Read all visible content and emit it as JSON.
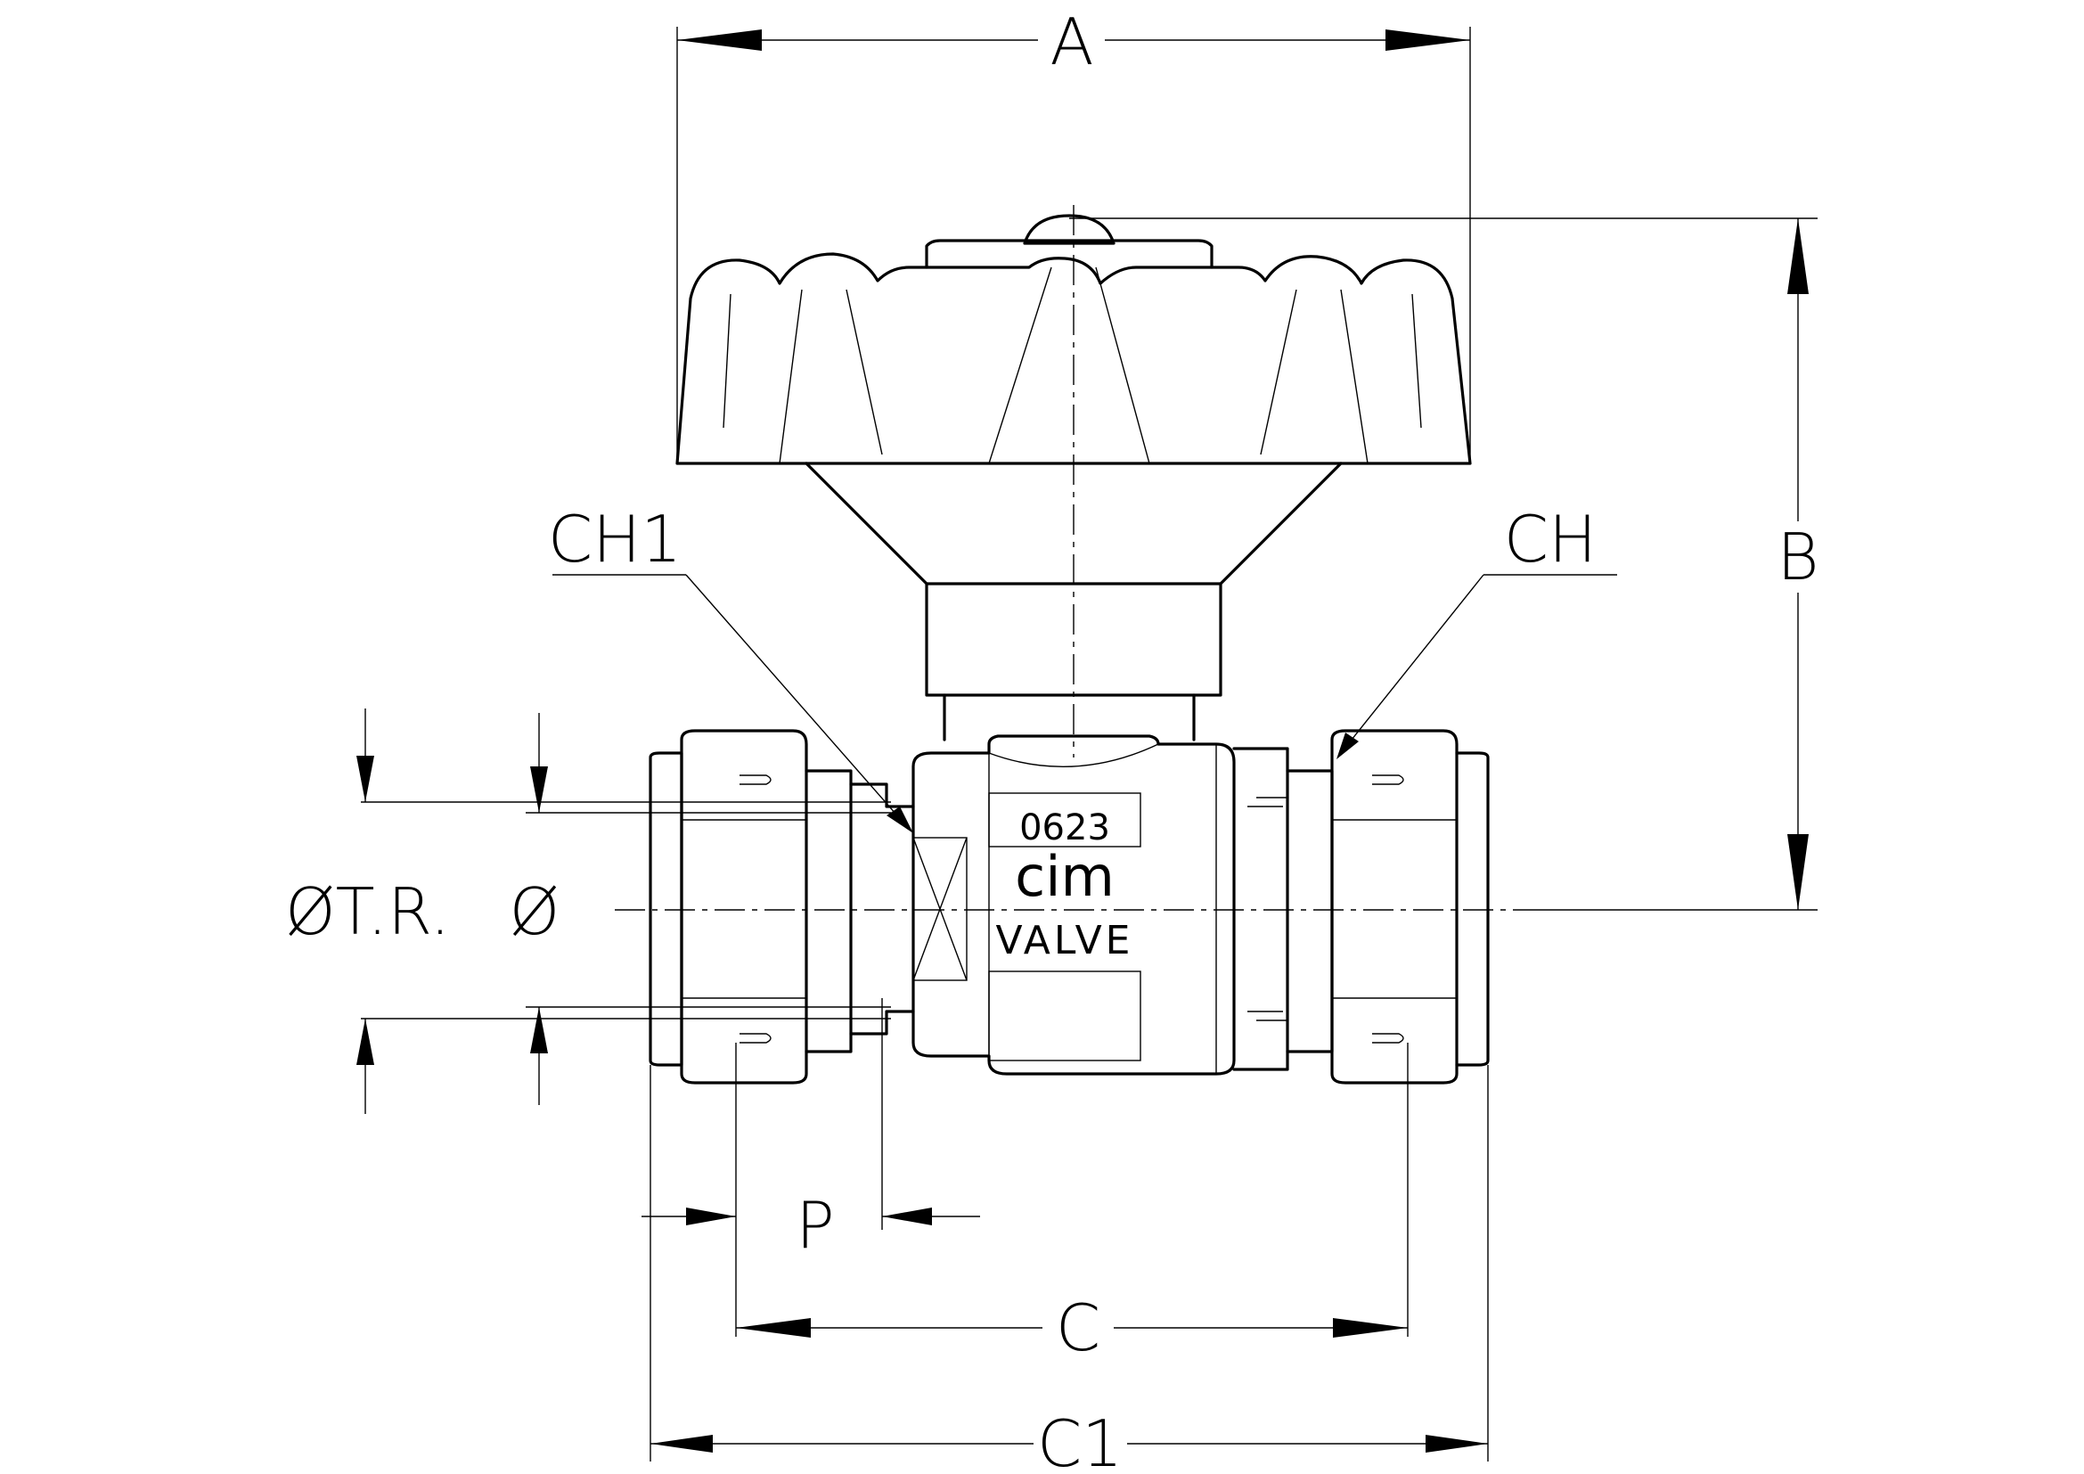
{
  "drawing": {
    "dimension_labels": {
      "A": "A",
      "B": "B",
      "C": "C",
      "C1": "C1",
      "P": "P",
      "CH": "CH",
      "CH1": "CH1",
      "diam_tr": "ØT.R.",
      "diam": "Ø"
    },
    "body_markings": {
      "code": "0623",
      "brand": "cim",
      "valve": "VALVE"
    },
    "colors": {
      "line": "#000000",
      "background": "#ffffff"
    }
  }
}
